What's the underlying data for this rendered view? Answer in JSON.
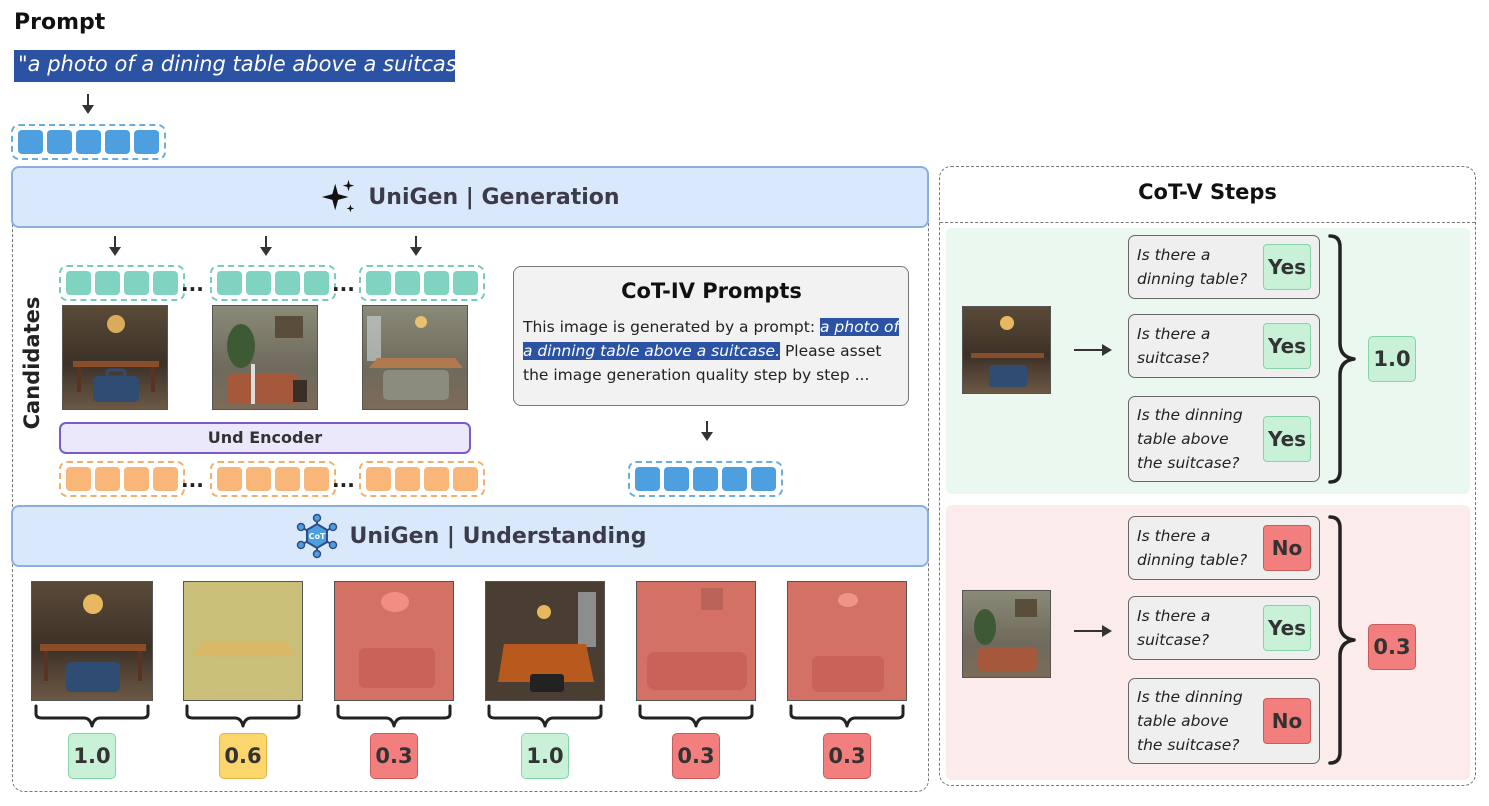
{
  "prompt": {
    "title": "Prompt",
    "text": "\"a photo of a dining table above a suitcase\""
  },
  "generation": {
    "label": "UniGen | Generation",
    "icon": "sparkle-icon"
  },
  "understanding": {
    "label": "UniGen | Understanding",
    "icon": "cot-network-icon",
    "icon_text": "CoT"
  },
  "candidates": {
    "label": "Candidates",
    "ellipsis": "..."
  },
  "und_encoder": {
    "label": "Und Encoder"
  },
  "cot_iv": {
    "title": "CoT-IV Prompts",
    "text_before": "This image is generated by a prompt: ",
    "highlight": "a photo of a dinning table above a suitcase.",
    "text_after": " Please asset the image generation quality step by step ..."
  },
  "results": {
    "scores": [
      "1.0",
      "0.6",
      "0.3",
      "1.0",
      "0.3",
      "0.3"
    ],
    "score_colors": [
      "#c9f1d8",
      "#fbd66d",
      "#f37e7e",
      "#c9f1d8",
      "#f37e7e",
      "#f37e7e"
    ]
  },
  "cot_v": {
    "title": "CoT-V Steps",
    "groups": [
      {
        "questions": [
          {
            "text": "Is there a dinning table?",
            "answer": "Yes"
          },
          {
            "text": "Is there a suitcase?",
            "answer": "Yes"
          },
          {
            "text": "Is the dinning table above the suitcase?",
            "answer": "Yes"
          }
        ],
        "score": "1.0"
      },
      {
        "questions": [
          {
            "text": "Is there a dinning table?",
            "answer": "No"
          },
          {
            "text": "Is there a suitcase?",
            "answer": "Yes"
          },
          {
            "text": "Is the dinning table above the suitcase?",
            "answer": "No"
          }
        ],
        "score": "0.3"
      }
    ]
  },
  "colors": {
    "prompt_highlight": "#2b52a3",
    "unigen_bar": "#dae8fb",
    "token_blue": "#4d9fe0",
    "token_teal": "#7fd3c0",
    "token_orange": "#f9b679",
    "yes": "#c9f1d8",
    "no": "#f37e7e",
    "mid": "#fbd66d"
  }
}
